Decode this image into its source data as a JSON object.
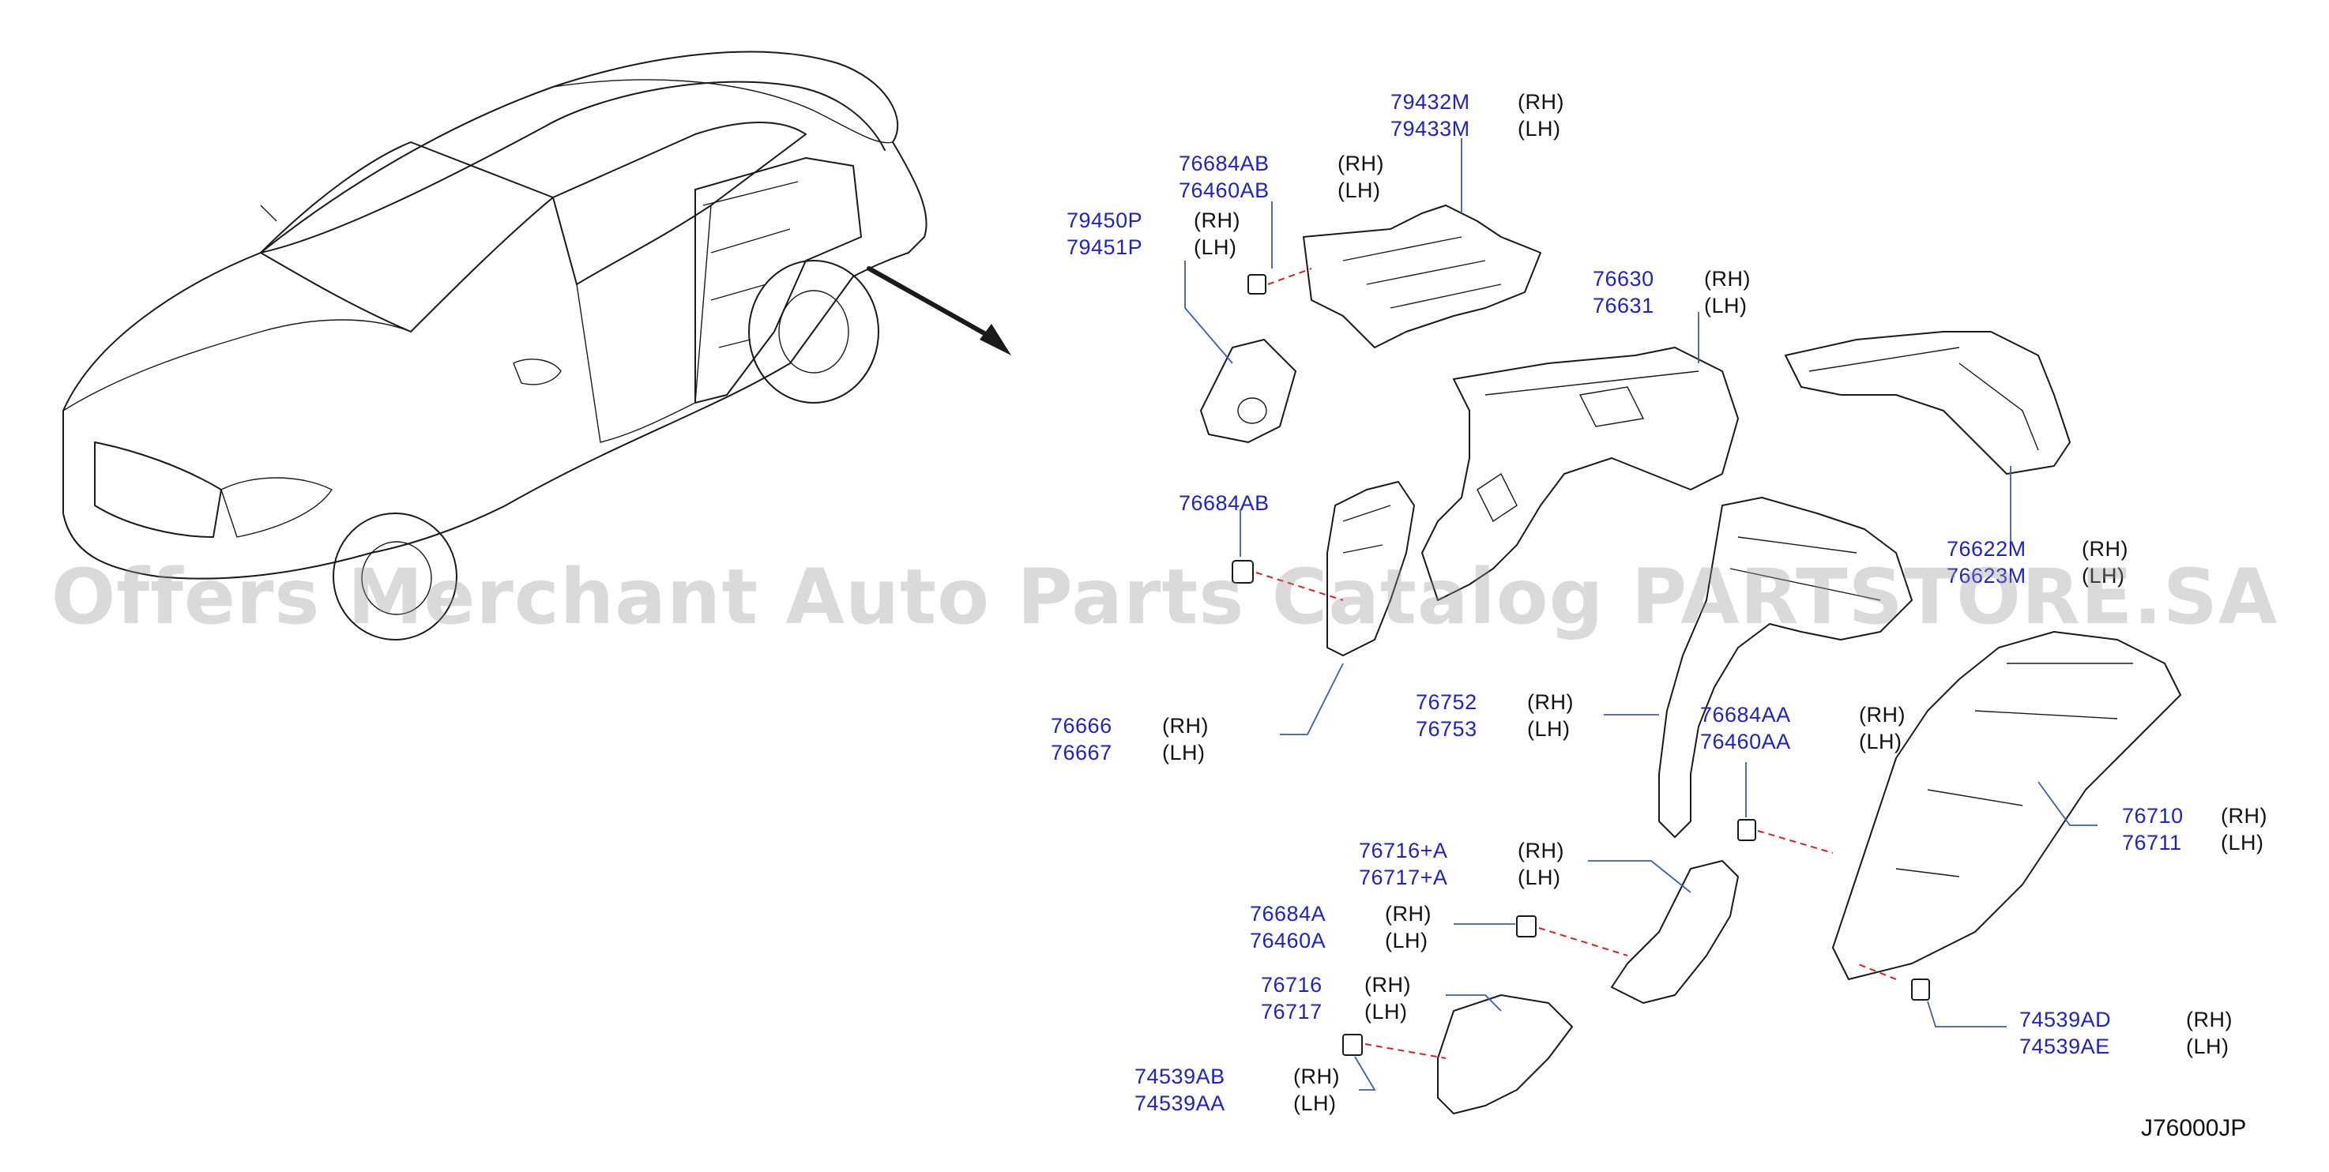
{
  "watermark": "Offers Merchant Auto Parts Catalog PARTSTORE.SA",
  "diagram_code": "J76000JP",
  "callouts": [
    {
      "id": "c1",
      "parts": [
        "79432M",
        "79433M"
      ],
      "sides": [
        "(RH)",
        "(LH)"
      ]
    },
    {
      "id": "c2",
      "parts": [
        "76684AB",
        "76460AB"
      ],
      "sides": [
        "(RH)",
        "(LH)"
      ]
    },
    {
      "id": "c3",
      "parts": [
        "79450P",
        "79451P"
      ],
      "sides": [
        "(RH)",
        "(LH)"
      ]
    },
    {
      "id": "c4",
      "parts": [
        "76630",
        "76631"
      ],
      "sides": [
        "(RH)",
        "(LH)"
      ]
    },
    {
      "id": "c5",
      "parts": [
        "76684AB"
      ],
      "sides": []
    },
    {
      "id": "c6",
      "parts": [
        "76622M",
        "76623M"
      ],
      "sides": [
        "(RH)",
        "(LH)"
      ]
    },
    {
      "id": "c7",
      "parts": [
        "76666",
        "76667"
      ],
      "sides": [
        "(RH)",
        "(LH)"
      ]
    },
    {
      "id": "c8",
      "parts": [
        "76752",
        "76753"
      ],
      "sides": [
        "(RH)",
        "(LH)"
      ]
    },
    {
      "id": "c9",
      "parts": [
        "76684AA",
        "76460AA"
      ],
      "sides": [
        "(RH)",
        "(LH)"
      ]
    },
    {
      "id": "c10",
      "parts": [
        "76710",
        "76711"
      ],
      "sides": [
        "(RH)",
        "(LH)"
      ]
    },
    {
      "id": "c11",
      "parts": [
        "76716+A",
        "76717+A"
      ],
      "sides": [
        "(RH)",
        "(LH)"
      ]
    },
    {
      "id": "c12",
      "parts": [
        "76684A",
        "76460A"
      ],
      "sides": [
        "(RH)",
        "(LH)"
      ]
    },
    {
      "id": "c13",
      "parts": [
        "76716",
        "76717"
      ],
      "sides": [
        "(RH)",
        "(LH)"
      ]
    },
    {
      "id": "c14",
      "parts": [
        "74539AD",
        "74539AE"
      ],
      "sides": [
        "(RH)",
        "(LH)"
      ]
    },
    {
      "id": "c15",
      "parts": [
        "74539AB",
        "74539AA"
      ],
      "sides": [
        "(RH)",
        "(LH)"
      ]
    }
  ]
}
